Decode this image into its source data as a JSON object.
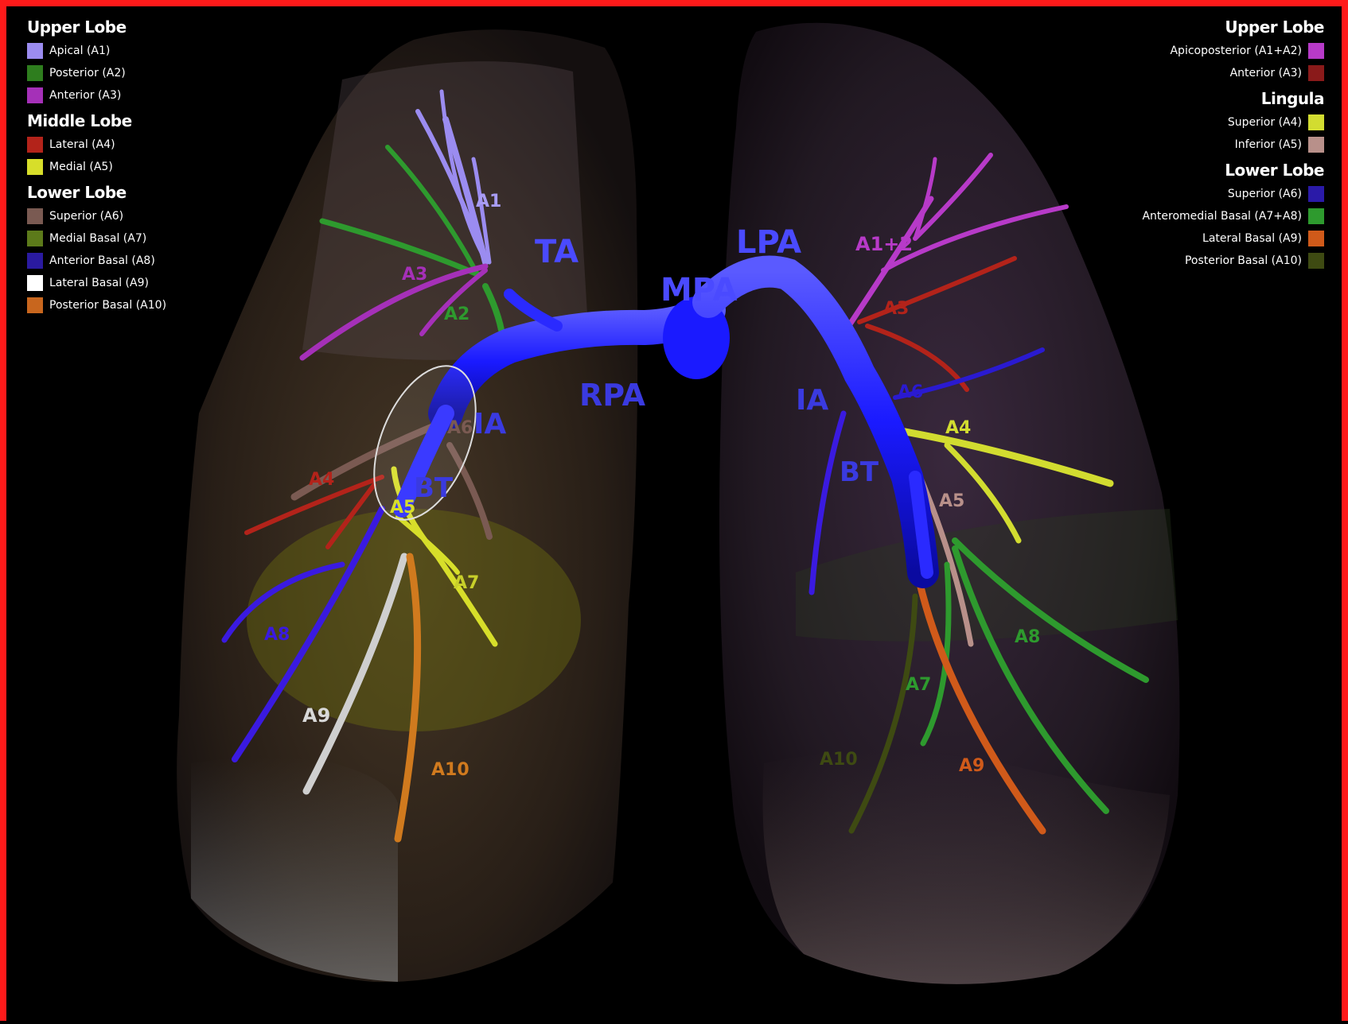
{
  "legend_left": {
    "groups": [
      {
        "title": "Upper Lobe",
        "items": [
          {
            "label": "Apical (A1)",
            "color": "#9b8cf0"
          },
          {
            "label": "Posterior (A2)",
            "color": "#2e7d1e"
          },
          {
            "label": "Anterior (A3)",
            "color": "#a530b8"
          }
        ]
      },
      {
        "title": "Middle Lobe",
        "items": [
          {
            "label": "Lateral (A4)",
            "color": "#b3231a"
          },
          {
            "label": "Medial (A5)",
            "color": "#d7de2a"
          }
        ]
      },
      {
        "title": "Lower Lobe",
        "items": [
          {
            "label": "Superior (A6)",
            "color": "#7a5a52"
          },
          {
            "label": "Medial Basal (A7)",
            "color": "#5c7a1a"
          },
          {
            "label": "Anterior Basal (A8)",
            "color": "#2a1aa0"
          },
          {
            "label": "Lateral Basal (A9)",
            "color": "#ffffff"
          },
          {
            "label": "Posterior Basal (A10)",
            "color": "#c8661e"
          }
        ]
      }
    ]
  },
  "legend_right": {
    "groups": [
      {
        "title": "Upper Lobe",
        "items": [
          {
            "label": "Apicoposterior (A1+A2)",
            "color": "#b73ac8"
          },
          {
            "label": "Anterior (A3)",
            "color": "#8a1a1a"
          }
        ]
      },
      {
        "title": "Lingula",
        "items": [
          {
            "label": "Superior (A4)",
            "color": "#d2dc30"
          },
          {
            "label": "Inferior (A5)",
            "color": "#b8908a"
          }
        ]
      },
      {
        "title": "Lower Lobe",
        "items": [
          {
            "label": "Superior (A6)",
            "color": "#2a1aa8"
          },
          {
            "label": "Anteromedial Basal (A7+A8)",
            "color": "#2e9a2e"
          },
          {
            "label": "Lateral Basal (A9)",
            "color": "#d05a1a"
          },
          {
            "label": "Posterior Basal (A10)",
            "color": "#3e4a12"
          }
        ]
      }
    ]
  },
  "labels": {
    "ta": "TA",
    "mpa": "MPA",
    "lpa": "LPA",
    "rpa": "RPA",
    "ia_right": "IA",
    "ia_left": "IA",
    "bt_right": "BT",
    "bt_left": "BT",
    "r_a1": "A1",
    "r_a2": "A2",
    "r_a3": "A3",
    "r_a4": "A4",
    "r_a5": "A5",
    "r_a6": "A6",
    "r_a7": "A7",
    "r_a8": "A8",
    "r_a9": "A9",
    "r_a10": "A10",
    "l_a1a2": "A1+2",
    "l_a3": "A3",
    "l_a4": "A4",
    "l_a5": "A5",
    "l_a6": "A6",
    "l_a7": "A7",
    "l_a8": "A8",
    "l_a9": "A9",
    "l_a10": "A10"
  },
  "colors": {
    "main_artery": "#1a1aff",
    "label_blue": "#4a4aff",
    "frame": "#ff1a1a",
    "background": "#000000"
  }
}
